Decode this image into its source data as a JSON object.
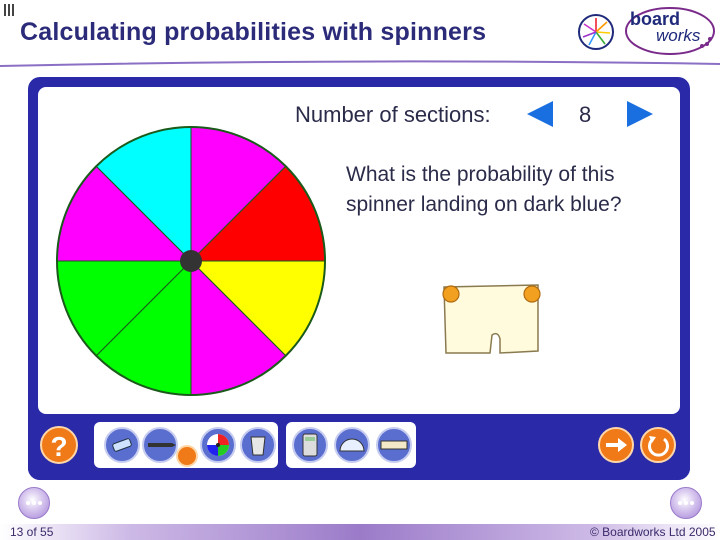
{
  "title": "Calculating probabilities with spinners",
  "logo": {
    "board": "board",
    "works": "works"
  },
  "controls": {
    "sections_label": "Number of sections:",
    "sections_value": "8"
  },
  "question": "What is the probability of this spinner landing on dark blue?",
  "spinner": {
    "sections": [
      {
        "color": "#ff00ff"
      },
      {
        "color": "#ff0000"
      },
      {
        "color": "#ffff00"
      },
      {
        "color": "#ff00ff"
      },
      {
        "color": "#00ff00"
      },
      {
        "color": "#00ff00"
      },
      {
        "color": "#ff00ff"
      },
      {
        "color": "#00ffff"
      }
    ],
    "hub_color": "#333333"
  },
  "toolbar": {
    "help_label": "?",
    "tools": [
      "eraser-icon",
      "pen-icon",
      "spinner-tool-icon",
      "bin-icon",
      "calculator-icon",
      "protractor-icon",
      "ruler-icon"
    ],
    "next_arrow": "next-arrow-icon",
    "reset": "reset-icon"
  },
  "footer": {
    "slide_number": "13 of 55",
    "copyright": "© Boardworks Ltd 2005"
  }
}
